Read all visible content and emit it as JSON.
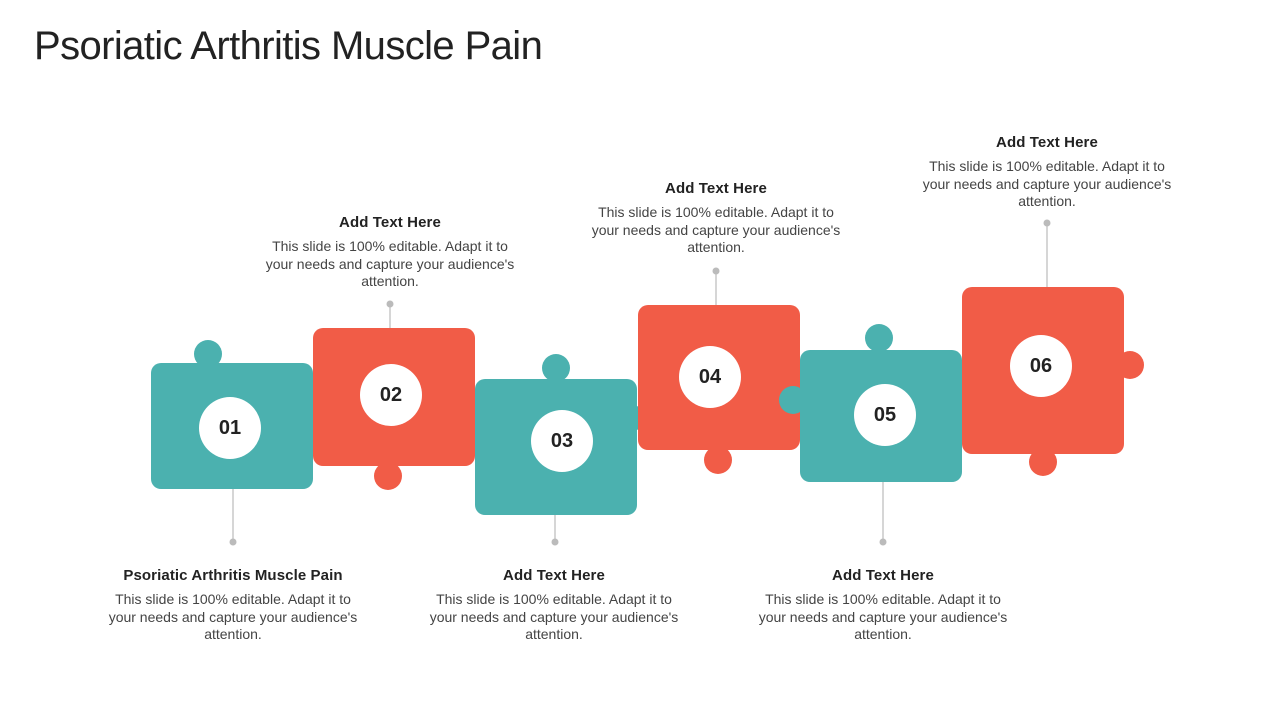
{
  "title": "Psoriatic Arthritis Muscle Pain",
  "colors": {
    "teal": "#4BB1AF",
    "red": "#F15C47",
    "connector": "#bbbbbb"
  },
  "steps": [
    {
      "number": "01",
      "color": "teal",
      "heading": "Psoriatic Arthritis Muscle Pain",
      "body": "This slide is 100% editable. Adapt it to your needs and capture your audience's attention."
    },
    {
      "number": "02",
      "color": "red",
      "heading": "Add Text Here",
      "body": "This slide is 100% editable. Adapt it to your needs and capture your audience's attention."
    },
    {
      "number": "03",
      "color": "teal",
      "heading": "Add Text Here",
      "body": "This slide is 100% editable. Adapt it to your needs and capture your audience's attention."
    },
    {
      "number": "04",
      "color": "red",
      "heading": "Add Text Here",
      "body": "This slide is 100% editable. Adapt it to your needs and capture your audience's attention."
    },
    {
      "number": "05",
      "color": "teal",
      "heading": "Add Text Here",
      "body": "This slide is 100% editable. Adapt it to your needs and capture your audience's attention."
    },
    {
      "number": "06",
      "color": "red",
      "heading": "Add Text Here",
      "body": "This slide is 100% editable. Adapt it to your needs and capture your audience's attention."
    }
  ]
}
